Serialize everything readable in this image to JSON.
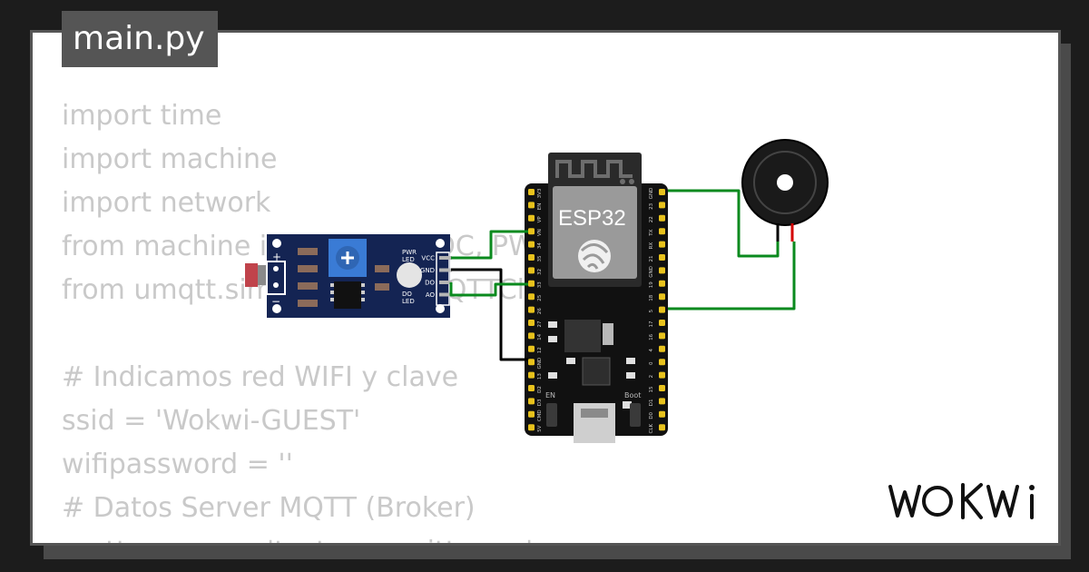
{
  "file_tab": {
    "label": "main.py"
  },
  "code": {
    "lines": [
      "import time",
      "import machine",
      "import network",
      "from machine import Pin, ADC, PWM",
      "from umqtt.simple import MQTTClient",
      "",
      "# Indicamos red WIFI y clave",
      "ssid = 'Wokwi-GUEST'",
      "wifipassword = ''",
      "# Datos Server MQTT (Broker)",
      "mqtt_server = 'test.mosquitto.org'"
    ]
  },
  "esp32": {
    "chip_label": "ESP32",
    "left_pins": [
      "3V3",
      "EN",
      "VP",
      "VN",
      "34",
      "35",
      "32",
      "33",
      "25",
      "26",
      "27",
      "14",
      "12",
      "GND",
      "13",
      "D2",
      "D3",
      "CMD",
      "5V"
    ],
    "right_pins": [
      "GND",
      "23",
      "22",
      "TX",
      "RX",
      "21",
      "GND",
      "19",
      "18",
      "5",
      "17",
      "16",
      "4",
      "0",
      "2",
      "15",
      "D1",
      "D0",
      "CLK"
    ],
    "button_en": "EN",
    "button_boot": "Boot"
  },
  "sensor": {
    "pin_labels": [
      "VCC",
      "GND",
      "DO",
      "AO"
    ],
    "pwr_led_label": "PWR\nLED",
    "do_led_label": "DO\nLED",
    "plus_label": "+",
    "minus_label": "−"
  },
  "colors": {
    "board_black": "#111111",
    "sensor_blue": "#142453",
    "pot_blue": "#3a7bd5",
    "wire_green": "#0a8a1e",
    "wire_black": "#000000",
    "pin_gold": "#e8c21c",
    "code_text": "#c9c9c9"
  },
  "brand": {
    "logo_text": "WOKWi"
  }
}
